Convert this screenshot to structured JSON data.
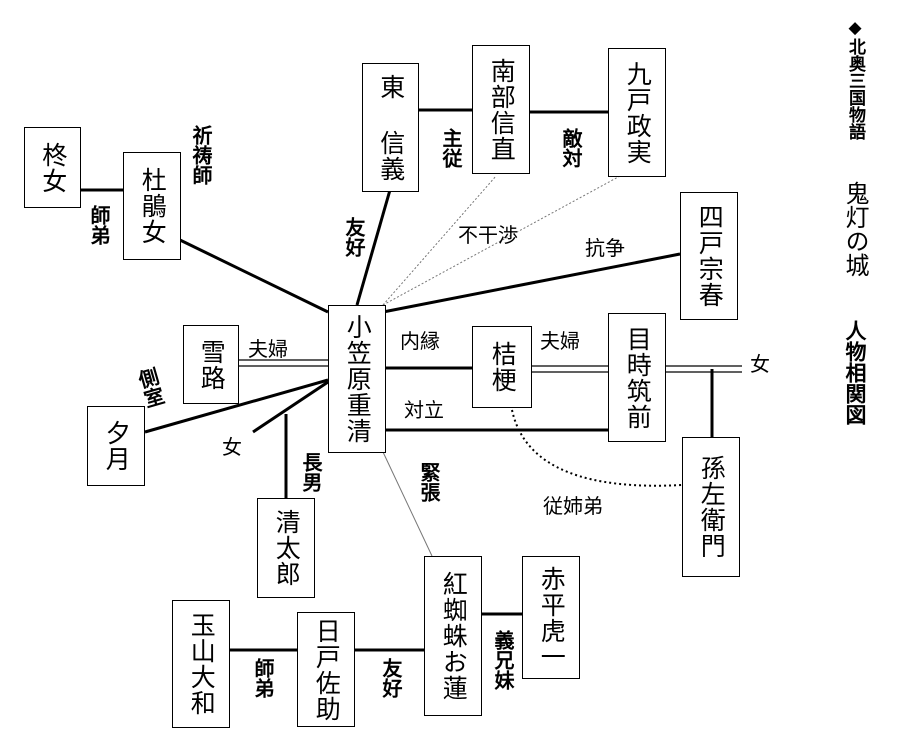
{
  "title_block": {
    "series": "◆北奥三国物語",
    "main_title": "鬼灯の城",
    "sub_title": "人物相関図"
  },
  "nodes": {
    "hiiragi_me": "柊女",
    "tokikume": "杜鵑女",
    "higashi_nobuyoshi": "東 信義",
    "nanbu_nobunao": "南部信直",
    "kunohe_masazane": "九戸政実",
    "shinohe_muneharu": "四戸宗春",
    "ogasawara_shigekiyo": "小笠原重清",
    "yukiji": "雪路",
    "yuzuki": "夕月",
    "kikyo": "桔梗",
    "metoki_chikuzen": "目時筑前",
    "mago_zaemon": "孫左衛門",
    "seitaro": "清太郎",
    "benigumo_oren": "紅蜘蛛お蓮",
    "akahira_toraichi": "赤平虎一",
    "hinohe_sasuke": "日戸佐助",
    "tamayama_yamato": "玉山大和"
  },
  "edge_labels": {
    "shitei_1": "師弟",
    "kitoshi": "祈祷師",
    "yuko_1": "友好",
    "shuju": "主従",
    "tekitai": "敵対",
    "fukansho": "不干渉",
    "koso": "抗争",
    "naien": "内縁",
    "fufu_1": "夫婦",
    "fufu_2": "夫婦",
    "onna_1": "女",
    "sokushitsu": "側室",
    "taisei": "対立",
    "onna_2": "女",
    "chonan": "長男",
    "kincho": "緊張",
    "ikoteimai": "従姉弟",
    "gikyodai": "義兄妹",
    "yuko_2": "友好",
    "shitei_2": "師弟"
  }
}
